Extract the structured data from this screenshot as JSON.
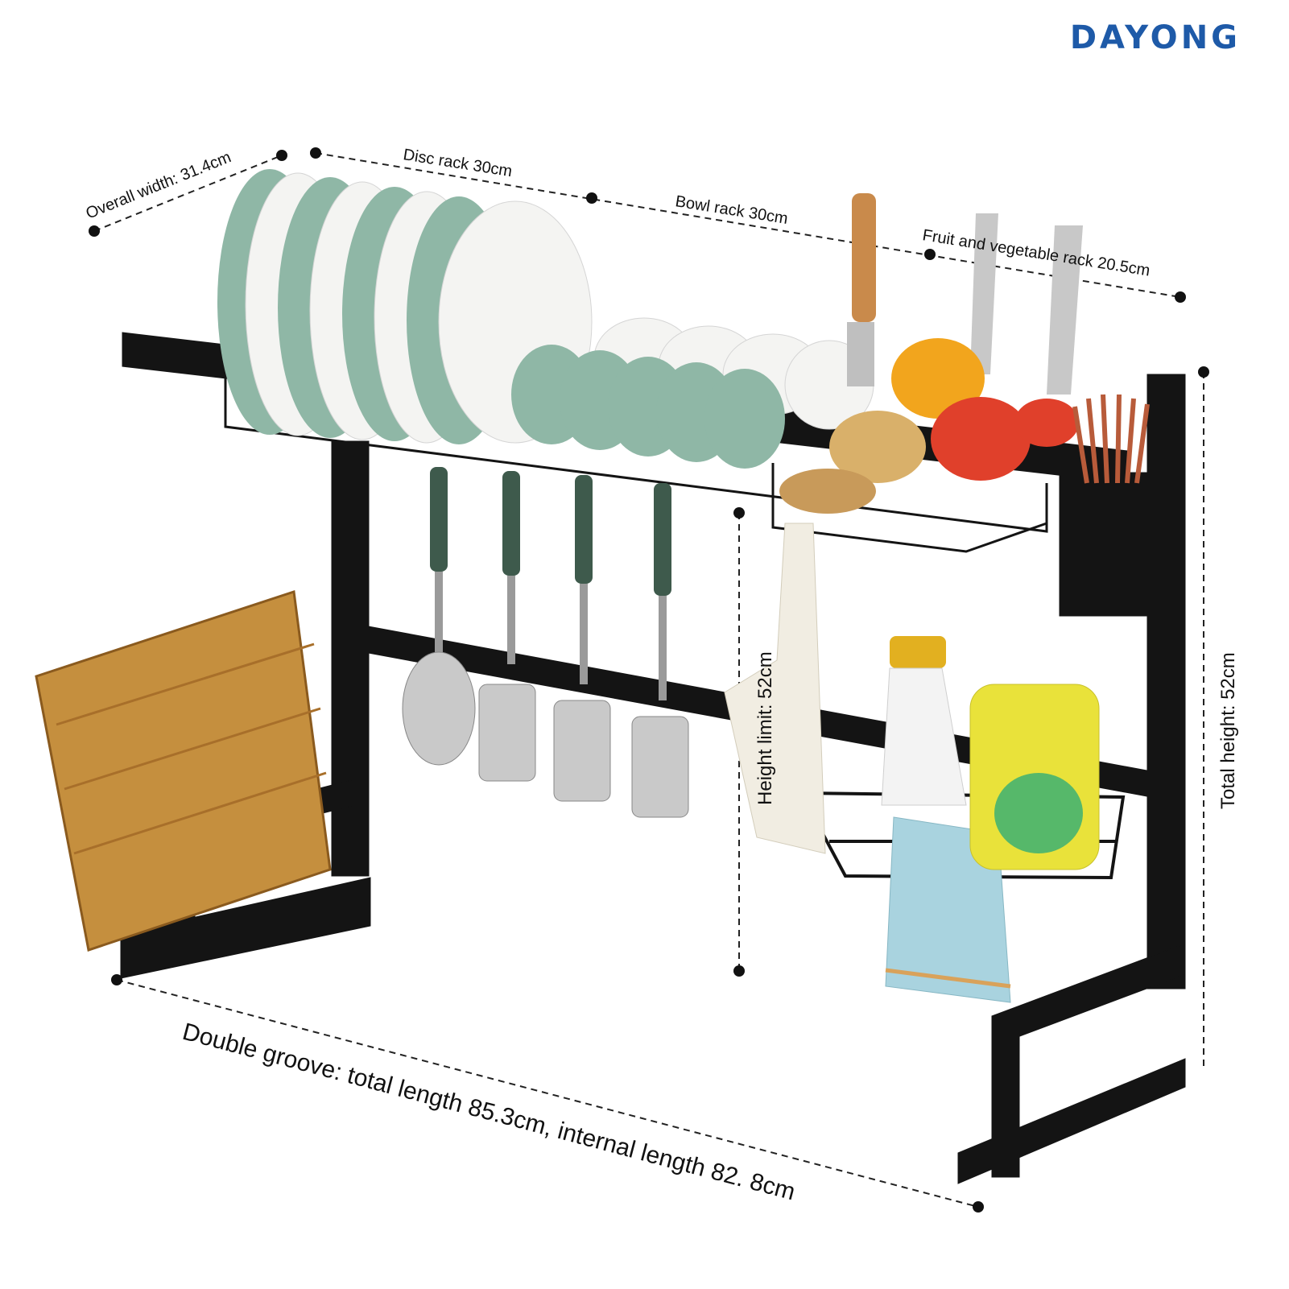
{
  "brand": {
    "name": "DAYONG",
    "color": "#1e5aa8"
  },
  "dimensions": {
    "overall_width": "Overall width: 31.4cm",
    "disc_rack": "Disc rack 30cm",
    "bowl_rack": "Bowl rack 30cm",
    "fruit_rack": "Fruit and vegetable rack 20.5cm",
    "height_limit": "Height limit: 52cm",
    "total_height": "Total height: 52cm",
    "total_length": "Double groove: total length 85.3cm, internal length 82. 8cm"
  },
  "colors": {
    "frame": "#141414",
    "plate_green": "#8fb7a6",
    "plate_white": "#f4f4f2",
    "board": "#c58f3e",
    "towel_blue": "#a9d3df",
    "bottle_yellow": "#e9e23a"
  }
}
